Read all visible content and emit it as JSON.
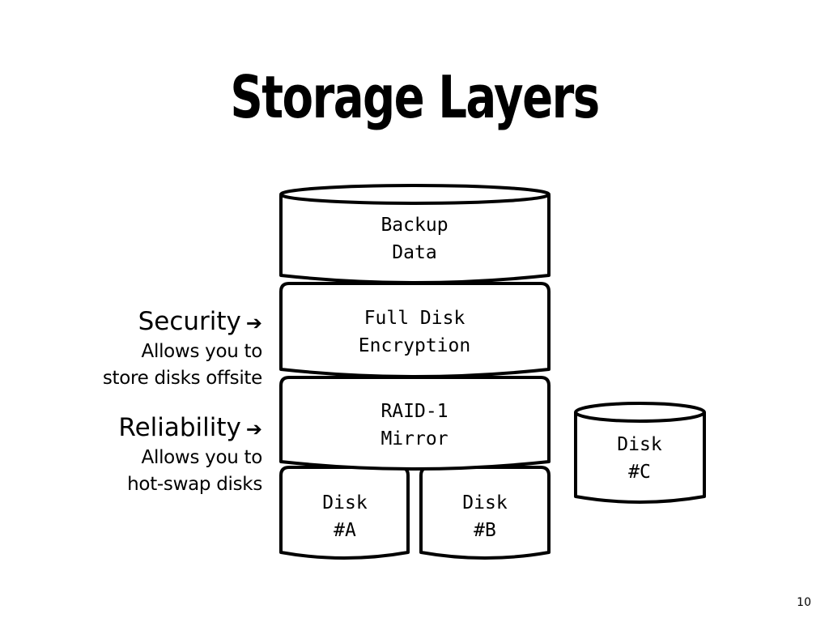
{
  "slide": {
    "title": "Storage Layers",
    "page_number": "10"
  },
  "layers": [
    {
      "id": "backup",
      "line1": "Backup",
      "line2": "Data"
    },
    {
      "id": "encryption",
      "line1": "Full Disk",
      "line2": "Encryption"
    },
    {
      "id": "raid",
      "line1": "RAID-1",
      "line2": "Mirror"
    }
  ],
  "disks": [
    {
      "id": "a",
      "line1": "Disk",
      "line2": "#A"
    },
    {
      "id": "b",
      "line1": "Disk",
      "line2": "#B"
    },
    {
      "id": "c",
      "line1": "Disk",
      "line2": "#C"
    }
  ],
  "annotations": {
    "security": {
      "heading": "Security",
      "arrow": "➔",
      "line1": "Allows you to",
      "line2": "store disks offsite"
    },
    "reliability": {
      "heading": "Reliability",
      "arrow": "➔",
      "line1": "Allows you to",
      "line2": "hot-swap disks"
    }
  }
}
